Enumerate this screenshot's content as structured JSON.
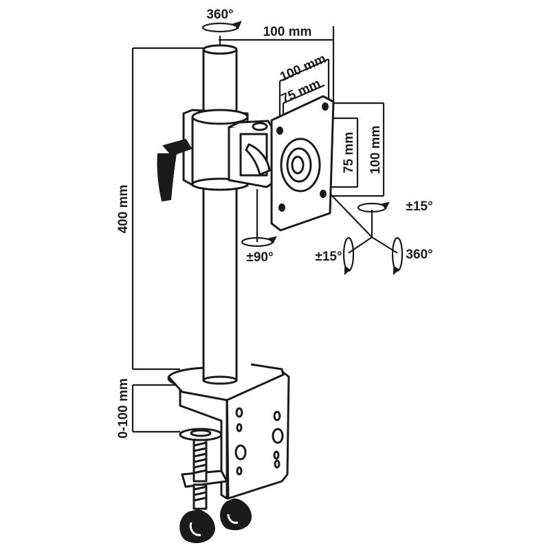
{
  "labels": {
    "pole_rotation": "360°",
    "pole_to_plate": "100 mm",
    "vesa_large_width": "100 mm",
    "vesa_small_width": "75 mm",
    "vesa_small_height": "75 mm",
    "vesa_large_height": "100 mm",
    "pole_height": "400 mm",
    "clamp_range": "0-100 mm",
    "arm_swivel": "±90°",
    "tilt_vertical": "±15°",
    "tilt_horizontal": "±15°",
    "plate_rotation": "360°"
  }
}
